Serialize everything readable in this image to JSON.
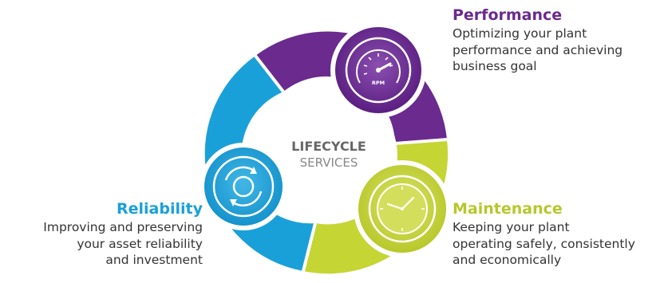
{
  "center": {
    "line1": "LIFECYCLE",
    "line2": "SERVICES"
  },
  "nodes": {
    "performance": {
      "title": "Performance",
      "description_lines": [
        "Optimizing your plant",
        "performance and achieving",
        "business goal"
      ],
      "icon": "speedometer-icon",
      "icon_text": "RPM"
    },
    "maintenance": {
      "title": "Maintenance",
      "description_lines": [
        "Keeping your plant",
        "operating safely, consistently",
        "and economically"
      ],
      "icon": "clock-icon"
    },
    "reliability": {
      "title": "Reliability",
      "description_lines": [
        "Improving and preserving",
        "your asset reliability",
        "and investment"
      ],
      "icon": "cycle-arrows-icon"
    }
  },
  "colors": {
    "purple": "#6a2a8e",
    "lime": "#c5d533",
    "blue": "#1aa0d8",
    "center_text_dark": "#666666",
    "center_text_light": "#888888",
    "description_text": "#333333"
  }
}
